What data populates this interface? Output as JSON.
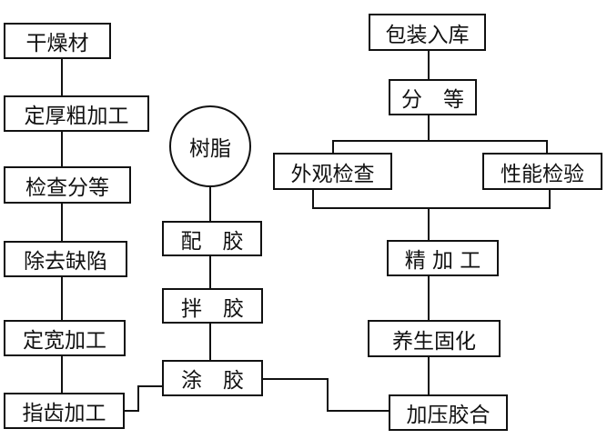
{
  "flowchart": {
    "nodes": {
      "dry_wood": "干燥材",
      "thickness_rough": "定厚粗加工",
      "inspect_grade": "检查分等",
      "remove_defects": "除去缺陷",
      "width_machining": "定宽加工",
      "finger_joint": "指齿加工",
      "resin": "树脂",
      "mix_glue": "配　胶",
      "stir_glue": "拌　胶",
      "apply_glue": "涂　胶",
      "press_bond": "加压胶合",
      "cure": "养生固化",
      "finishing": "精 加 工",
      "visual_inspection": "外观检查",
      "performance_test": "性能检验",
      "grading": "分　等",
      "package_store": "包装入库"
    }
  }
}
